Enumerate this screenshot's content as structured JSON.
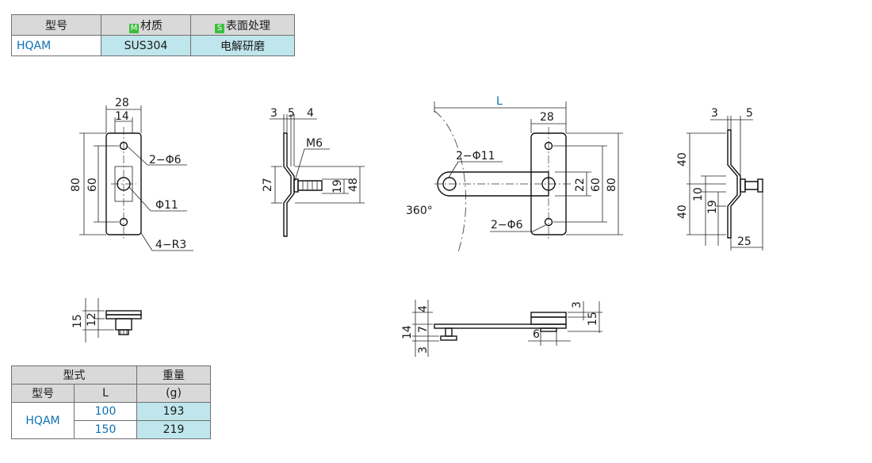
{
  "spec_table": {
    "headers": [
      "型号",
      "材质",
      "表面处理"
    ],
    "material_mark": "M",
    "surface_mark": "S",
    "row": {
      "model": "HQAM",
      "material": "SUS304",
      "surface": "电解研磨"
    }
  },
  "weight_table": {
    "group_header": "型式",
    "model_header": "型号",
    "length_header": "L",
    "weight_header": "重量",
    "weight_unit": "(g)",
    "model": "HQAM",
    "rows": [
      {
        "length": "100",
        "weight": "193"
      },
      {
        "length": "150",
        "weight": "219"
      }
    ]
  },
  "drawing": {
    "front": {
      "d28": "28",
      "d14": "14",
      "d80": "80",
      "d60": "60",
      "hole_small": "2−Φ6",
      "hole_large": "Φ11",
      "radius": "4−R3"
    },
    "side": {
      "d3": "3",
      "d5": "5",
      "d4": "4",
      "thread": "M6",
      "d27": "27",
      "d19": "19",
      "d48": "48"
    },
    "main": {
      "length": "L",
      "d28": "28",
      "holes_large": "2−Φ11",
      "holes_small": "2−Φ6",
      "angle": "360°",
      "d22": "22",
      "d60": "60",
      "d80": "80"
    },
    "right": {
      "d3": "3",
      "d5": "5",
      "d40a": "40",
      "d10": "10",
      "d19": "19",
      "d40b": "40",
      "d25": "25"
    },
    "bottom_left": {
      "d15": "15",
      "d12": "12"
    },
    "bottom_mid": {
      "d4": "4",
      "d14": "14",
      "d7": "7",
      "d3a": "3",
      "d3b": "3",
      "d15": "15",
      "d6": "6"
    }
  },
  "colors": {
    "header_gray": "#d9d9d9",
    "value_cyan": "#bfe6ec",
    "model_blue": "#0b72b5",
    "mark_green": "#3cbf3c"
  }
}
